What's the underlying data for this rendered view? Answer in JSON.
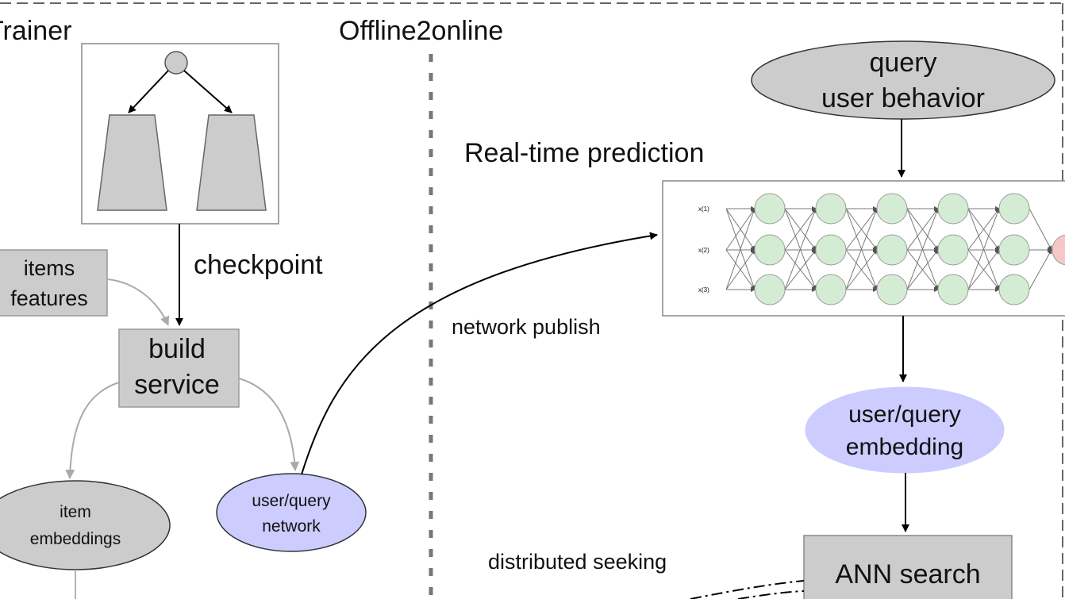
{
  "sections": {
    "trainer": "Trainer",
    "offline2online": "Offline2online",
    "realtime": "Real-time prediction"
  },
  "labels": {
    "checkpoint": "checkpoint",
    "network_publish": "network publish",
    "distributed_seeking": "distributed seeking"
  },
  "nodes": {
    "items_features": [
      "items",
      "features"
    ],
    "build_service": [
      "build",
      "service"
    ],
    "item_embeddings": [
      "item",
      "embeddings"
    ],
    "user_query_network": [
      "user/query",
      "network"
    ],
    "query_user_behavior": [
      "query",
      "user behavior"
    ],
    "user_query_embedding": [
      "user/query",
      "embedding"
    ],
    "ann_search": "ANN search"
  },
  "nn_inputs": [
    "x(1)",
    "x(2)",
    "x(3)"
  ],
  "colors": {
    "gray_fill": "#cccccc",
    "purple_fill": "#ccccff",
    "green_neuron": "#d5ecd4",
    "red_neuron": "#f7c6c6",
    "edge_gray": "#aaaaaa"
  }
}
